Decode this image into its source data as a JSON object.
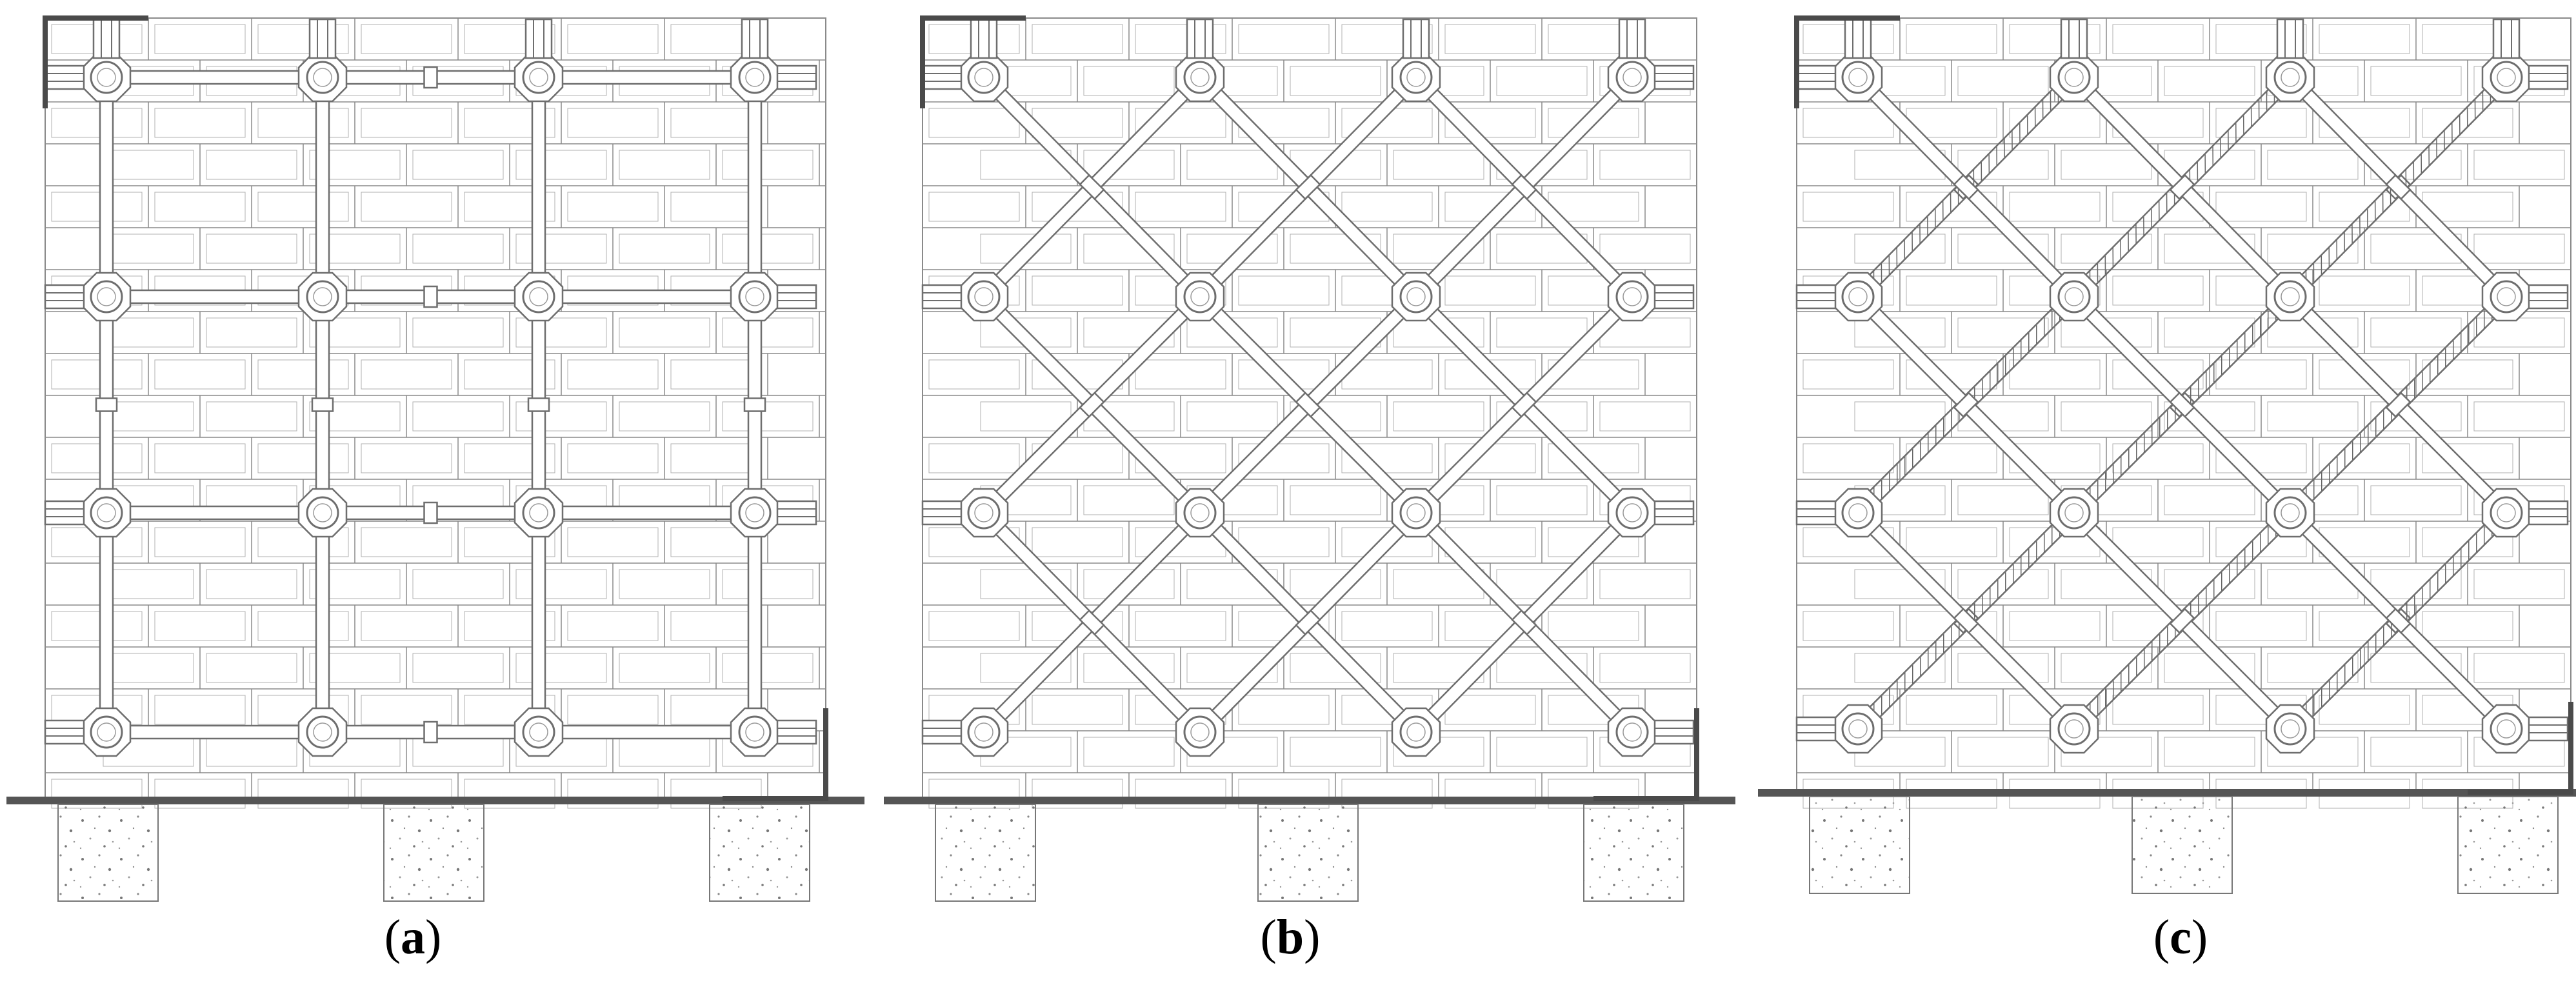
{
  "panels": [
    {
      "id": "a",
      "caption_open": "(",
      "caption_letter": "a",
      "caption_close": ")",
      "layout": "orthogonal-grid",
      "hatched_diagonals": false
    },
    {
      "id": "b",
      "caption_open": "(",
      "caption_letter": "b",
      "caption_close": ")",
      "layout": "diagonal-lattice",
      "hatched_diagonals": false
    },
    {
      "id": "c",
      "caption_open": "(",
      "caption_letter": "c",
      "caption_close": ")",
      "layout": "diagonal-lattice",
      "hatched_diagonals": true
    }
  ],
  "colors": {
    "line": "#6e6e6e",
    "brick": "#8a8a8a",
    "ground": "#555555",
    "frame": "#4a4a4a",
    "background": "#ffffff"
  }
}
